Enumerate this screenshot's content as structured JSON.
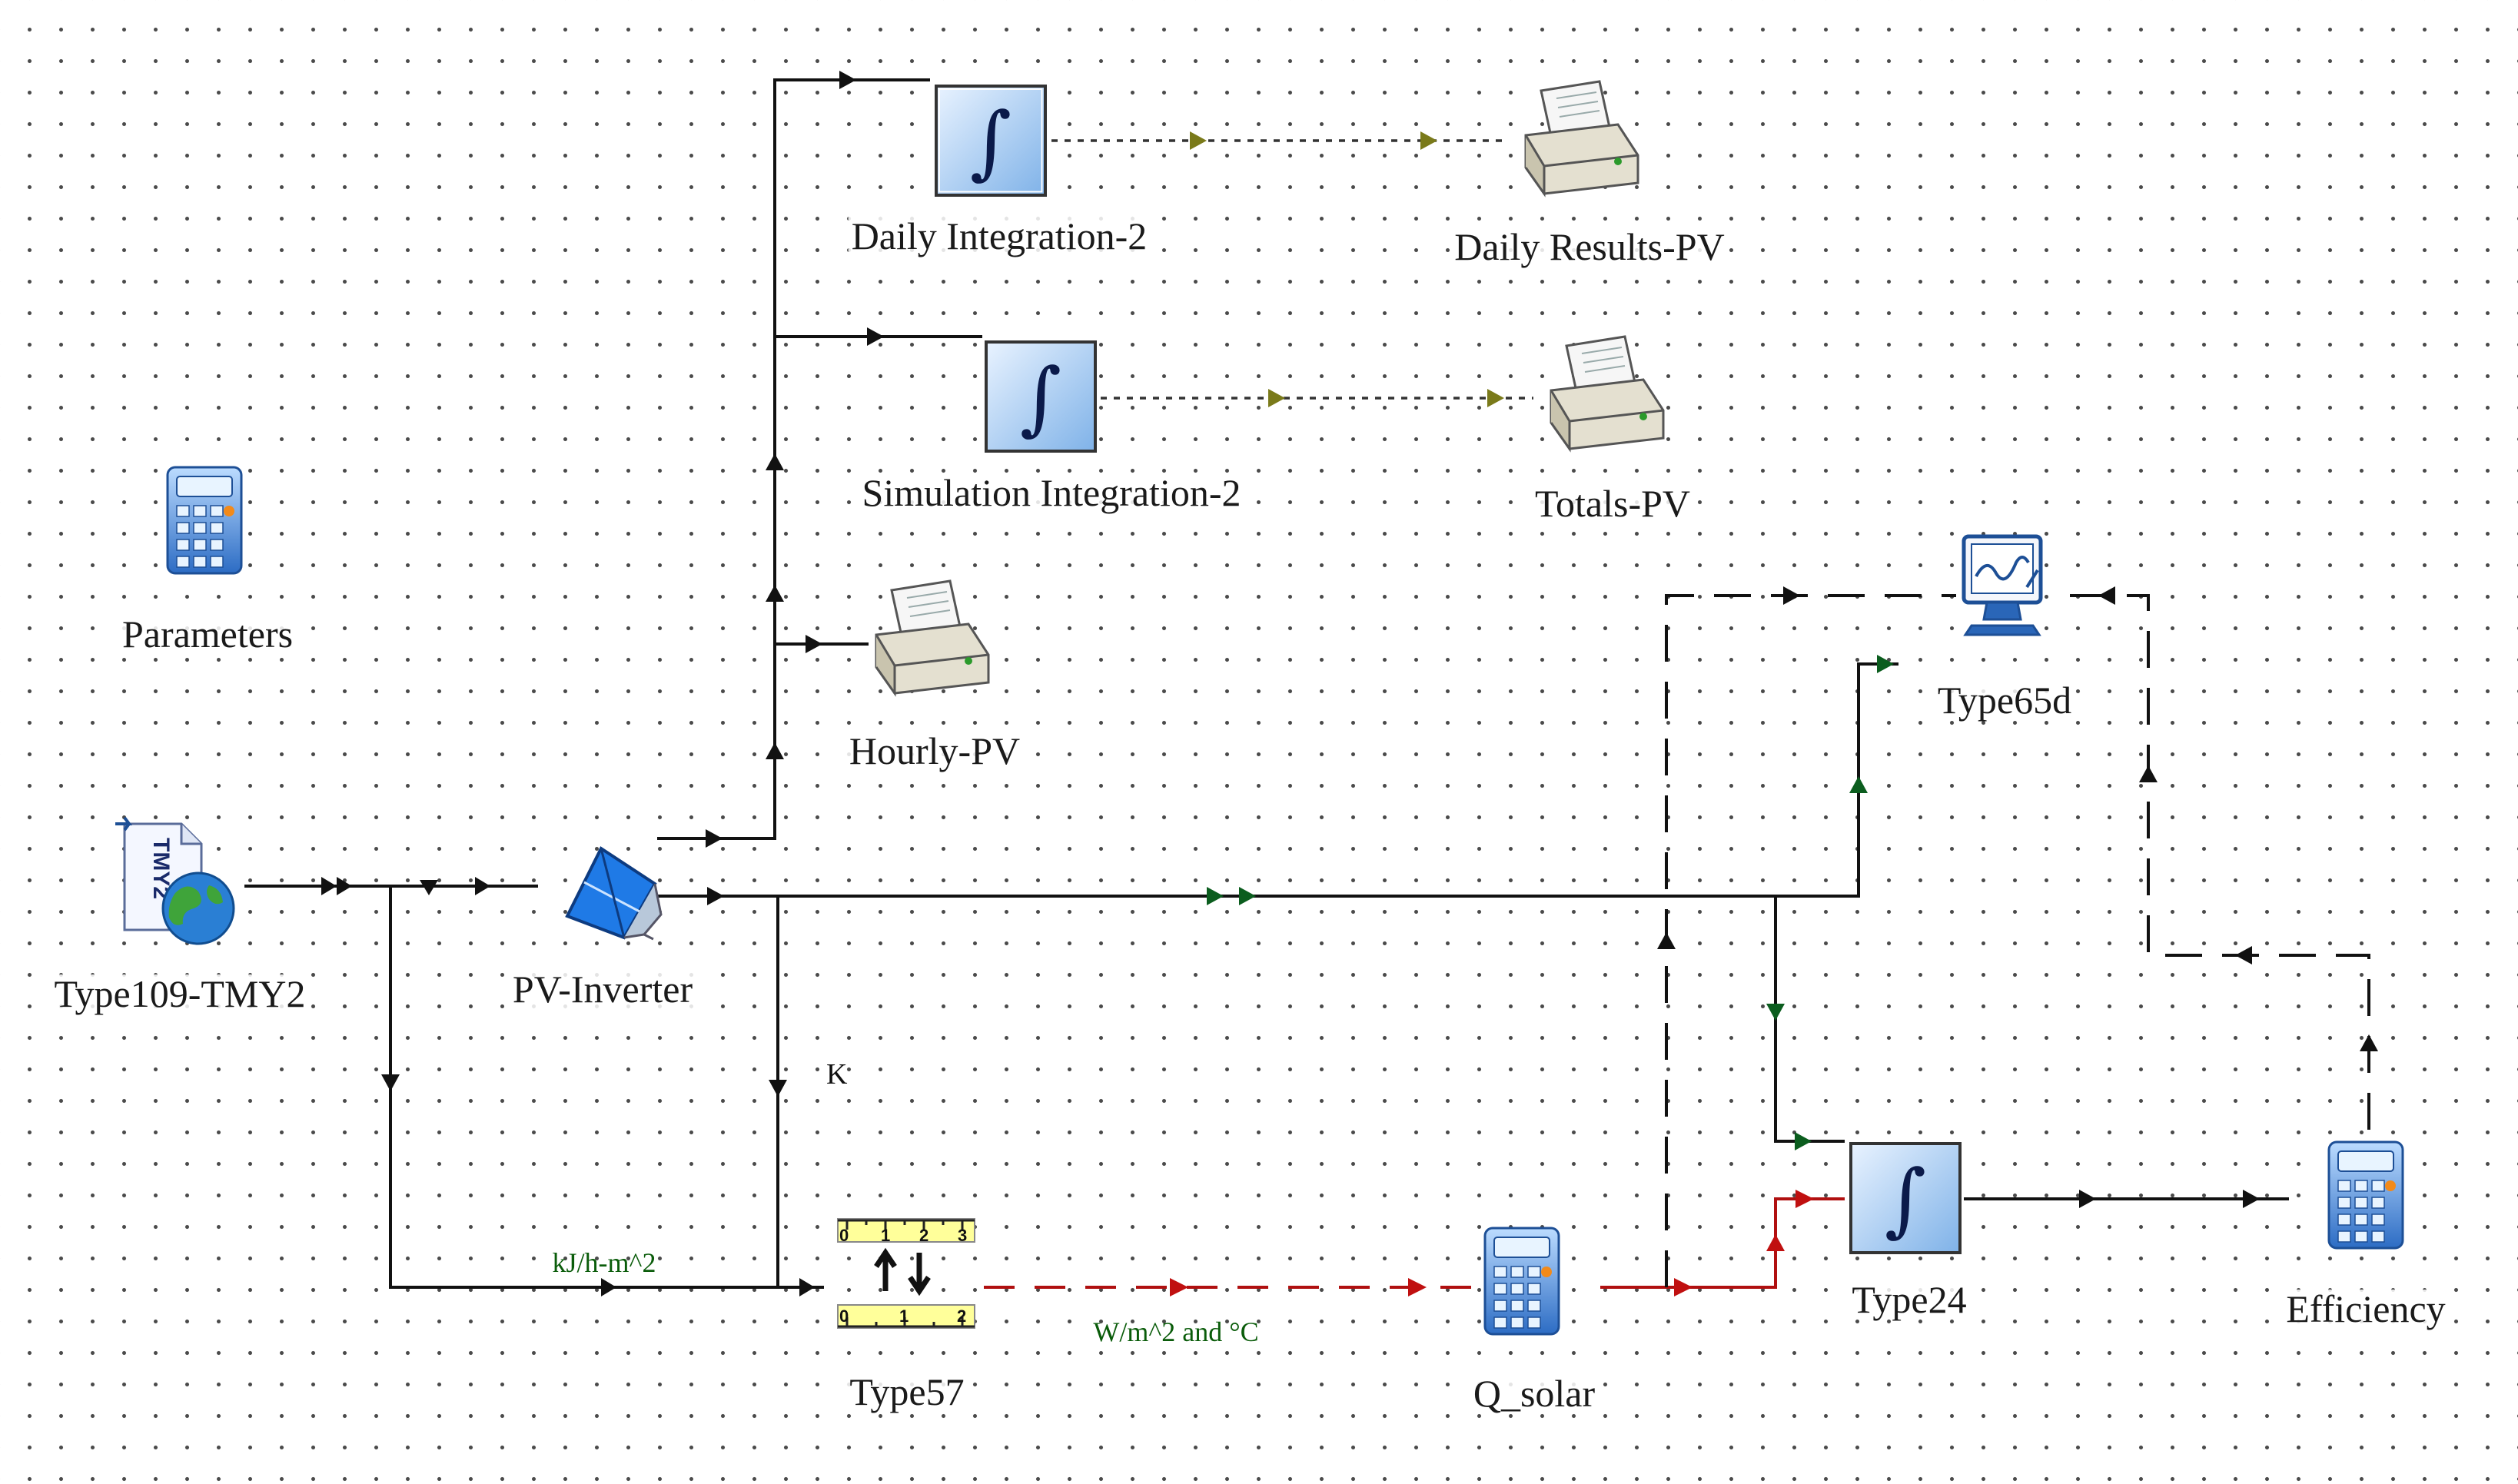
{
  "components": {
    "parameters": "Parameters",
    "weather": "Type109-TMY2",
    "pv_inverter": "PV-Inverter",
    "daily_integration": "Daily Integration-2",
    "daily_results": "Daily Results-PV",
    "simulation_integration": "Simulation Integration-2",
    "totals": "Totals-PV",
    "hourly": "Hourly-PV",
    "plotter": "Type65d",
    "converter": "Type57",
    "q_solar": "Q_solar",
    "integrator": "Type24",
    "efficiency": "Efficiency"
  },
  "icon_text": {
    "tmy2": "TMY2",
    "integral_symbol": "∫"
  },
  "link_labels": {
    "kelvin": "K",
    "radiation_unit": "kJ/h-m^2",
    "converted_unit": "W/m^2 and °C"
  },
  "ruler_ticks": {
    "top": [
      "0",
      "1",
      "2",
      "3"
    ],
    "bottom": [
      "0",
      "1",
      "2"
    ]
  },
  "colors": {
    "link_black": "#111111",
    "link_green": "#0b5d1e",
    "link_red": "#b01010",
    "link_olive": "#7a7a1a",
    "icon_blue": "#2a66b8"
  }
}
